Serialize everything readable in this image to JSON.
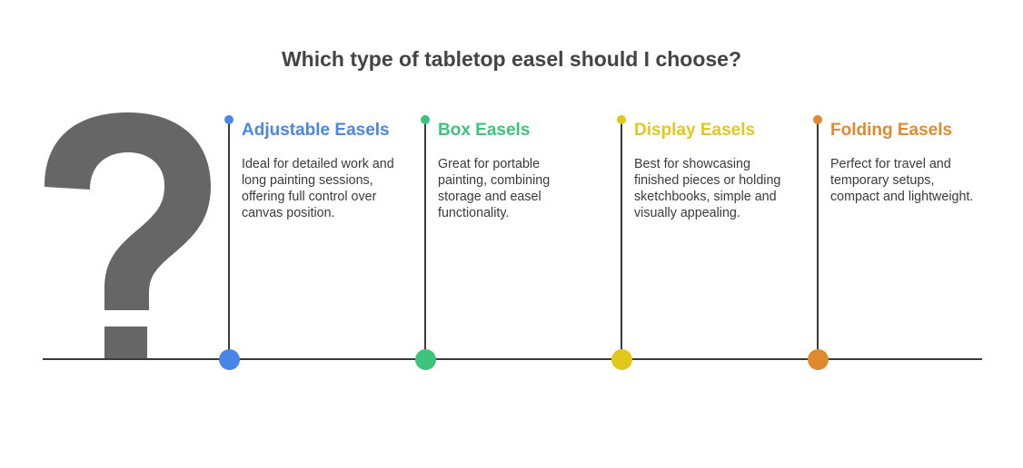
{
  "title": "Which type of tabletop easel should I choose?",
  "icon": {
    "name": "question-mark-icon",
    "color": "#666666"
  },
  "colors": {
    "line": "#3a3a3a",
    "text": "#3a3a3a"
  },
  "options": [
    {
      "name": "Adjustable Easels",
      "description": "Ideal for detailed work and long painting sessions, offering full control over canvas position.",
      "color": "#4a86e8"
    },
    {
      "name": "Box Easels",
      "description": "Great for portable painting, combining storage and easel functionality.",
      "color": "#3cc47c"
    },
    {
      "name": "Display Easels",
      "description": "Best for showcasing finished pieces or holding sketchbooks, simple and visually appealing.",
      "color": "#e0c81c"
    },
    {
      "name": "Folding Easels",
      "description": "Perfect for travel and temporary setups, compact and lightweight.",
      "color": "#e08a2e"
    }
  ]
}
